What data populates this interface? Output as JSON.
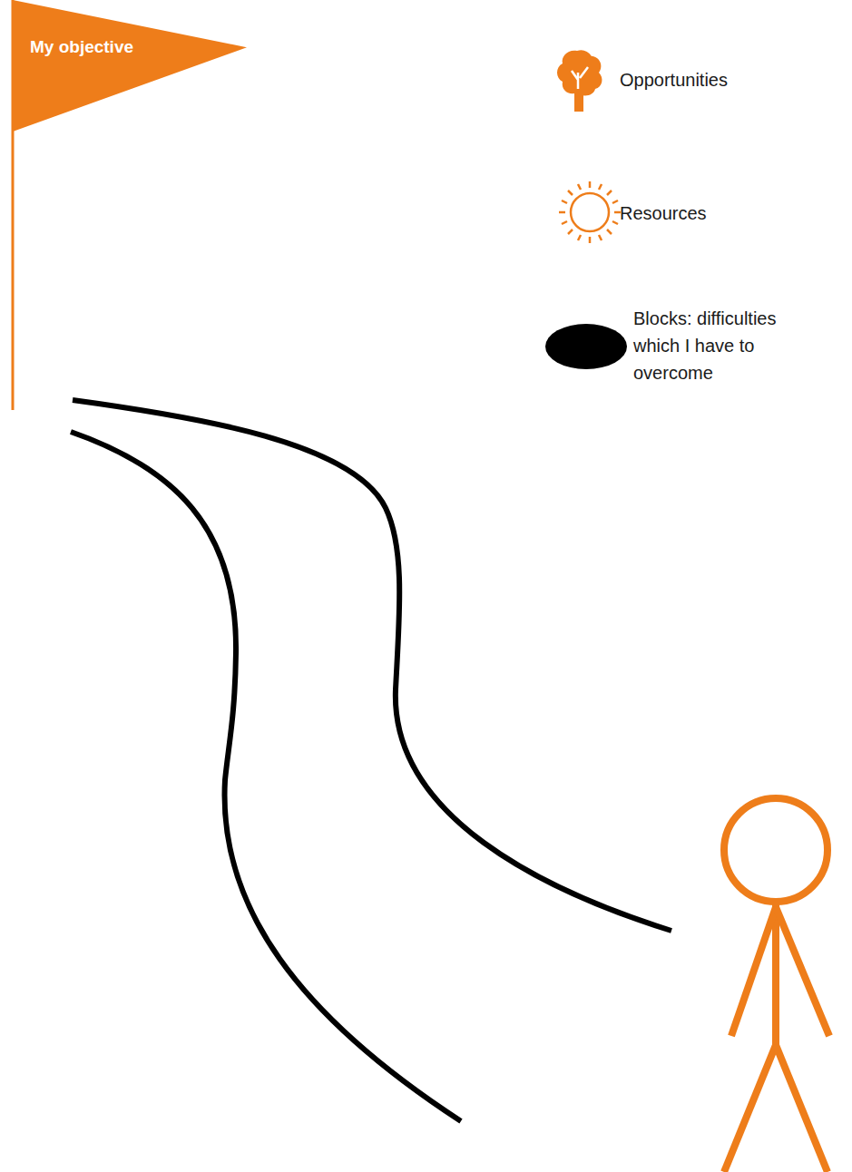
{
  "diagram": {
    "nodes": [
      {
        "text": [
          "My objective"
        ]
      }
    ],
    "legend": [
      {
        "text": "Opportunities"
      },
      {
        "text": "Resources"
      },
      {
        "text": "Blocks: difficulties which I have to overcome"
      }
    ]
  }
}
